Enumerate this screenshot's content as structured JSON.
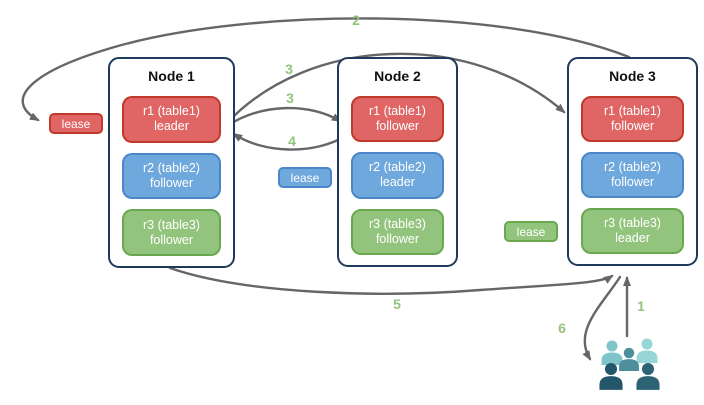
{
  "diagram": {
    "nodes": [
      {
        "title": "Node 1",
        "ranges": [
          {
            "name": "r1 (table1)",
            "role": "leader",
            "color": "red"
          },
          {
            "name": "r2 (table2)",
            "role": "follower",
            "color": "blue"
          },
          {
            "name": "r3 (table3)",
            "role": "follower",
            "color": "green"
          }
        ]
      },
      {
        "title": "Node 2",
        "ranges": [
          {
            "name": "r1 (table1)",
            "role": "follower",
            "color": "red"
          },
          {
            "name": "r2 (table2)",
            "role": "leader",
            "color": "blue"
          },
          {
            "name": "r3 (table3)",
            "role": "follower",
            "color": "green"
          }
        ]
      },
      {
        "title": "Node 3",
        "ranges": [
          {
            "name": "r1 (table1)",
            "role": "follower",
            "color": "red"
          },
          {
            "name": "r2 (table2)",
            "role": "follower",
            "color": "blue"
          },
          {
            "name": "r3 (table3)",
            "role": "leader",
            "color": "green"
          }
        ]
      }
    ],
    "leases": [
      {
        "label": "lease",
        "color": "red"
      },
      {
        "label": "lease",
        "color": "blue"
      },
      {
        "label": "lease",
        "color": "green"
      }
    ],
    "steps": {
      "s1": "1",
      "s2": "2",
      "s3a": "3",
      "s3b": "3",
      "s4": "4",
      "s5": "5",
      "s6": "6"
    },
    "icons": {
      "users": "users-group-icon"
    },
    "palette": {
      "arrow": "#666666",
      "step_label": "#93c47d",
      "red_fill": "#e06666",
      "red_border": "#c0392b",
      "blue_fill": "#6fa8dc",
      "blue_border": "#4a86c8",
      "green_fill": "#93c47d",
      "green_border": "#6aa84f",
      "node_border": "#1f3b5c"
    }
  }
}
